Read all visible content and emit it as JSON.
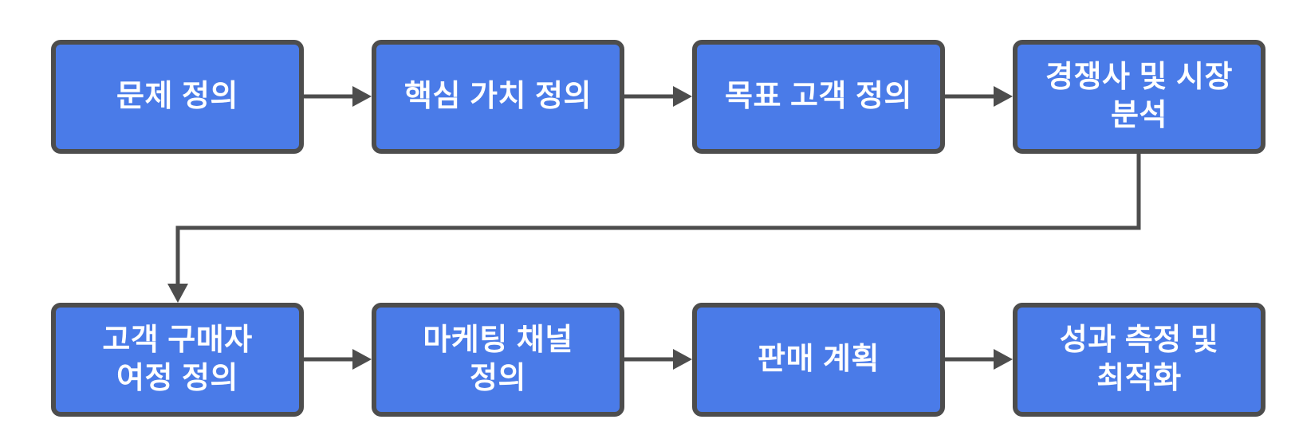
{
  "diagram": {
    "type": "flowchart",
    "language": "ko",
    "colors": {
      "node_fill": "#4A7BE8",
      "node_border": "#4D4D4D",
      "node_text": "#FFFFFF",
      "connector": "#4D4D4D",
      "background": "#FFFFFF"
    },
    "nodes": [
      {
        "id": "problem-definition",
        "label": "문제 정의",
        "row": 1,
        "col": 1
      },
      {
        "id": "core-value-definition",
        "label": "핵심 가치 정의",
        "row": 1,
        "col": 2
      },
      {
        "id": "target-customer-definition",
        "label": "목표 고객 정의",
        "row": 1,
        "col": 3
      },
      {
        "id": "competitor-market-analysis",
        "label": "경쟁사 및 시장\n분석",
        "row": 1,
        "col": 4
      },
      {
        "id": "customer-buyer-journey-definition",
        "label": "고객 구매자\n여정 정의",
        "row": 2,
        "col": 1
      },
      {
        "id": "marketing-channel-definition",
        "label": "마케팅 채널\n정의",
        "row": 2,
        "col": 2
      },
      {
        "id": "sales-plan",
        "label": "판매 계획",
        "row": 2,
        "col": 3
      },
      {
        "id": "performance-measurement-and-optimization",
        "label": "성과 측정 및\n최적화",
        "row": 2,
        "col": 4
      }
    ],
    "edges": [
      {
        "from": "problem-definition",
        "to": "core-value-definition"
      },
      {
        "from": "core-value-definition",
        "to": "target-customer-definition"
      },
      {
        "from": "target-customer-definition",
        "to": "competitor-market-analysis"
      },
      {
        "from": "competitor-market-analysis",
        "to": "customer-buyer-journey-definition"
      },
      {
        "from": "customer-buyer-journey-definition",
        "to": "marketing-channel-definition"
      },
      {
        "from": "marketing-channel-definition",
        "to": "sales-plan"
      },
      {
        "from": "sales-plan",
        "to": "performance-measurement-and-optimization"
      }
    ]
  }
}
